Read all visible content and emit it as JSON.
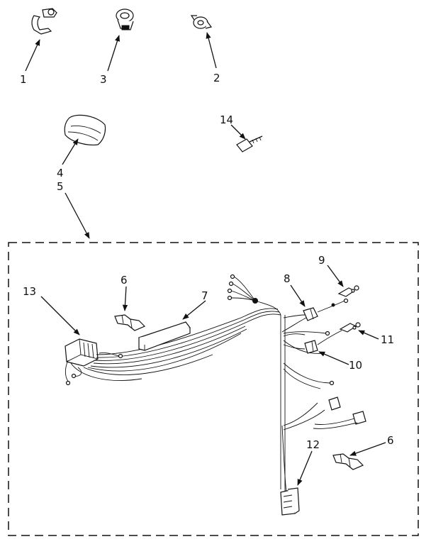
{
  "diagram": {
    "labels": {
      "p1": "1",
      "p2": "2",
      "p3": "3",
      "p4": "4",
      "p5": "5",
      "p6a": "6",
      "p6b": "6",
      "p7": "7",
      "p8": "8",
      "p9": "9",
      "p10": "10",
      "p11": "11",
      "p12": "12",
      "p13": "13",
      "p14": "14"
    }
  }
}
